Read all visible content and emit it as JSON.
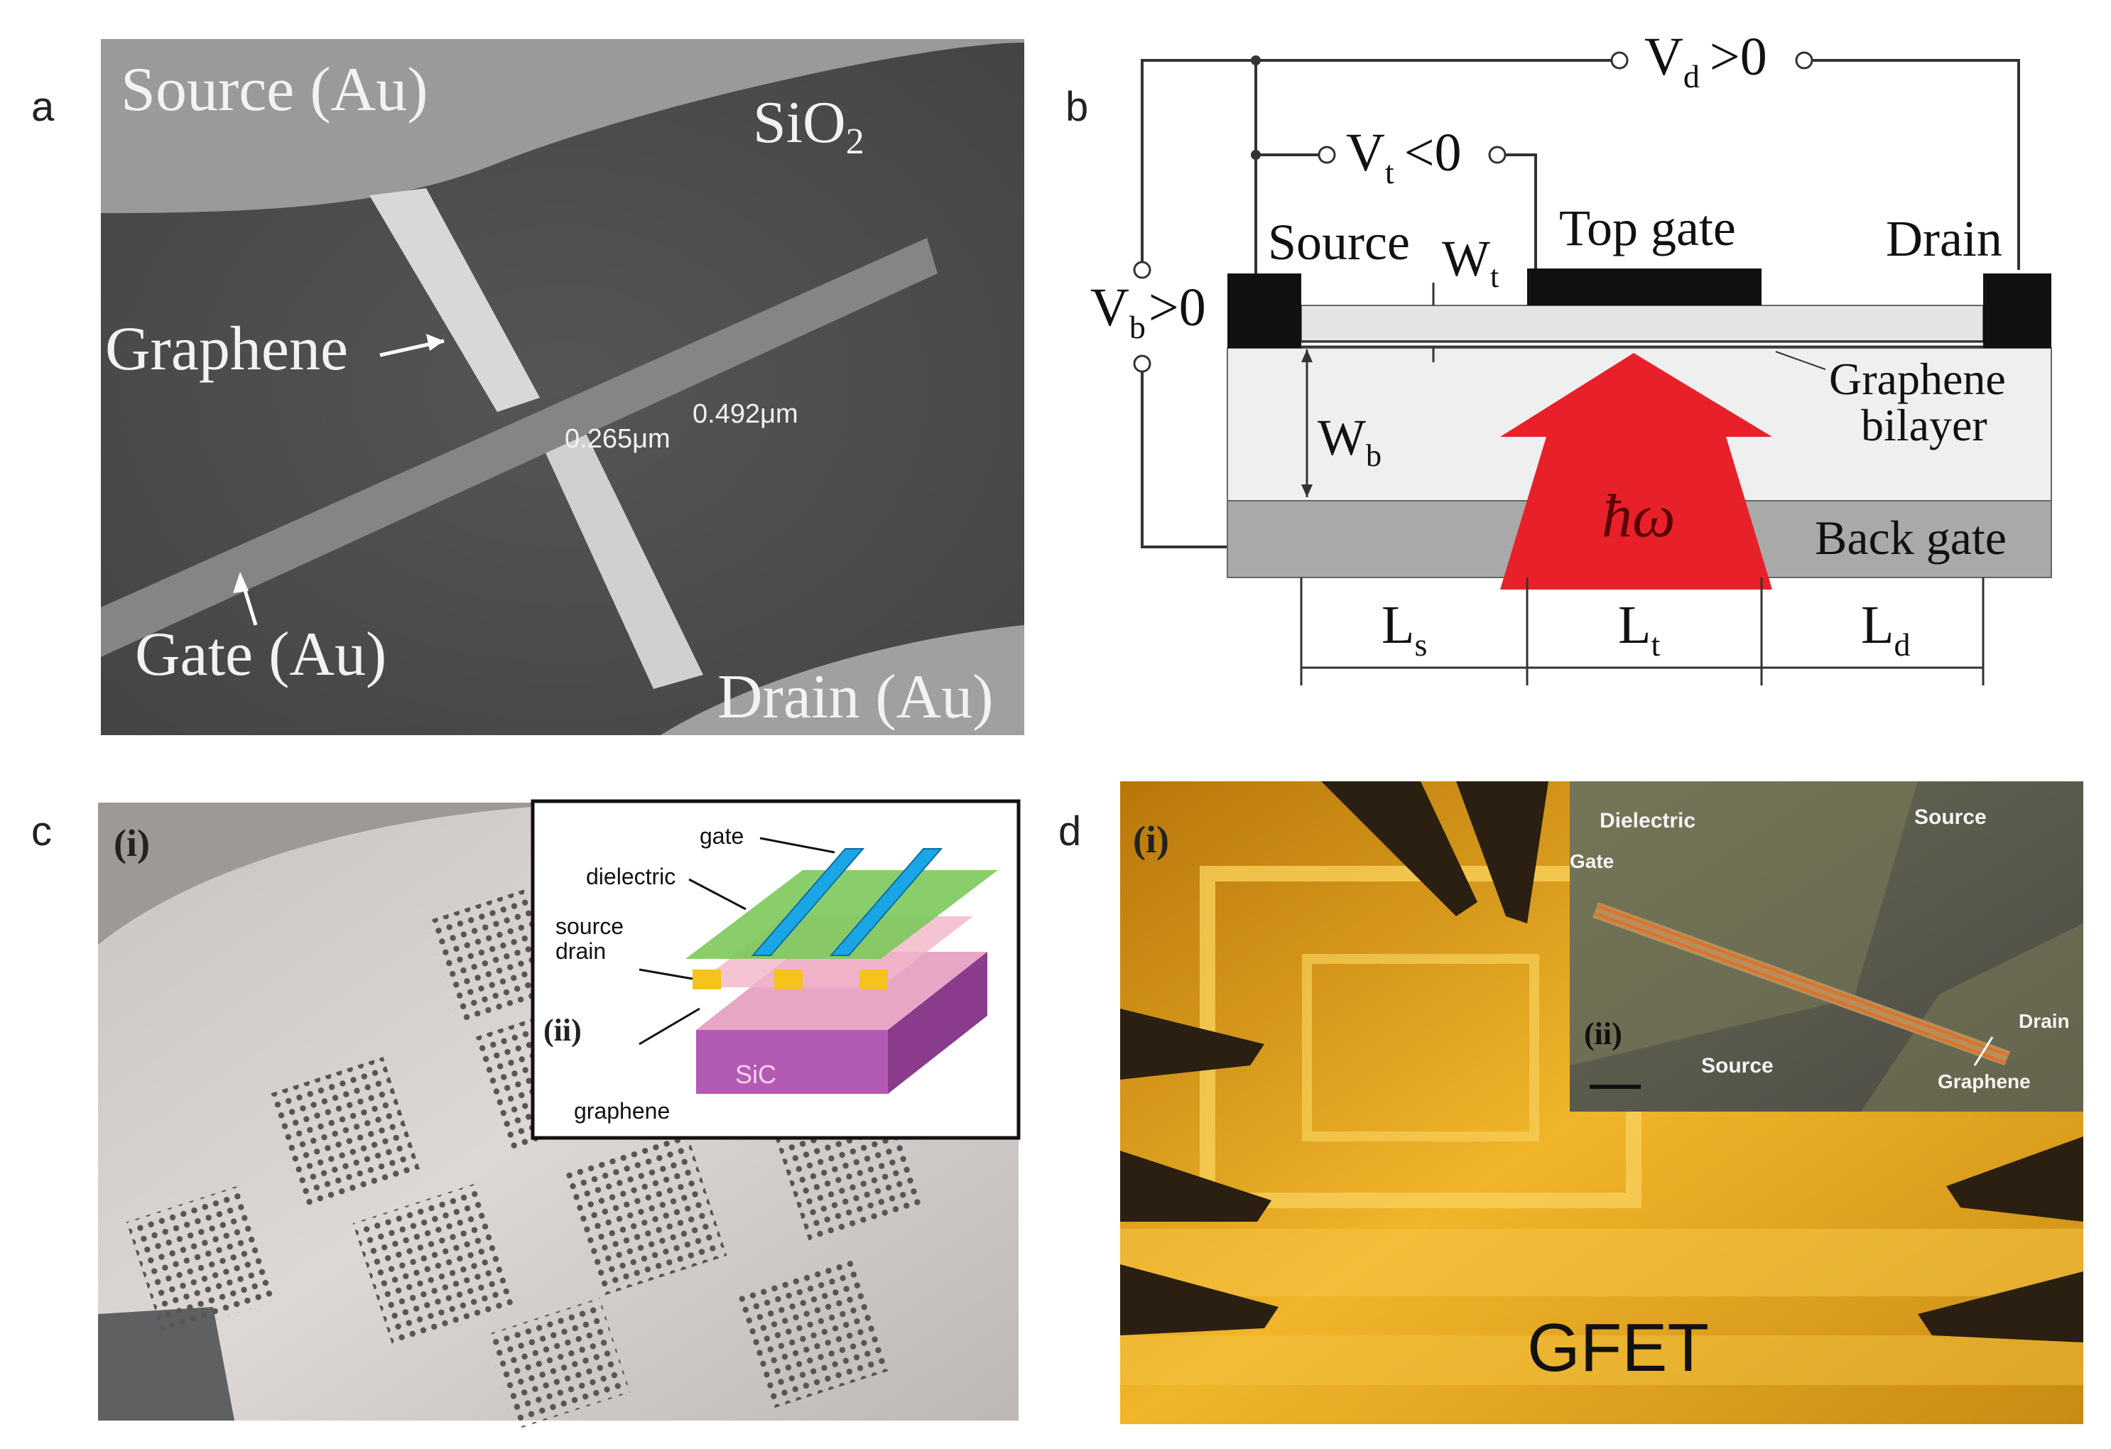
{
  "panels": {
    "a": {
      "letter": "a",
      "source": "Source (Au)",
      "oxide": "SiO",
      "oxide_sub": "2",
      "graphene": "Graphene",
      "gate": "Gate (Au)",
      "drain": "Drain (Au)",
      "dim1": "0.265μm",
      "dim2": "0.492μm"
    },
    "b": {
      "letter": "b",
      "vd": "V",
      "vd_sub": "d",
      "vd_cond": ">0",
      "vt": "V",
      "vt_sub": "t",
      "vt_cond": "<0",
      "vb": "V",
      "vb_sub": "b",
      "vb_cond": ">0",
      "source": "Source",
      "top_gate": "Top gate",
      "drain": "Drain",
      "wt": "W",
      "wt_sub": "t",
      "wb": "W",
      "wb_sub": "b",
      "graphene_1": "Graphene",
      "graphene_2": "bilayer",
      "photon": "ħω",
      "back_gate": "Back gate",
      "ls": "L",
      "ls_sub": "s",
      "lt": "L",
      "lt_sub": "t",
      "ld": "L",
      "ld_sub": "d"
    },
    "c": {
      "letter": "c",
      "sub_i": "(i)",
      "sub_ii": "(ii)",
      "gate": "gate",
      "dielectric": "dielectric",
      "source": "source",
      "drain": "drain",
      "graphene": "graphene",
      "substrate": "SiC"
    },
    "d": {
      "letter": "d",
      "sub_i": "(i)",
      "sub_ii": "(ii)",
      "gfet": "GFET",
      "dielectric": "Dielectric",
      "gate": "Gate",
      "source_top": "Source",
      "source_bottom": "Source",
      "drain": "Drain",
      "graphene": "Graphene"
    }
  },
  "colors": {
    "sem_bg": "#4e4e4e",
    "red_arrow": "#e8202a",
    "gold": "#e0a420",
    "sic": "#b35ab4",
    "gate_blue": "#1aa6e6"
  }
}
